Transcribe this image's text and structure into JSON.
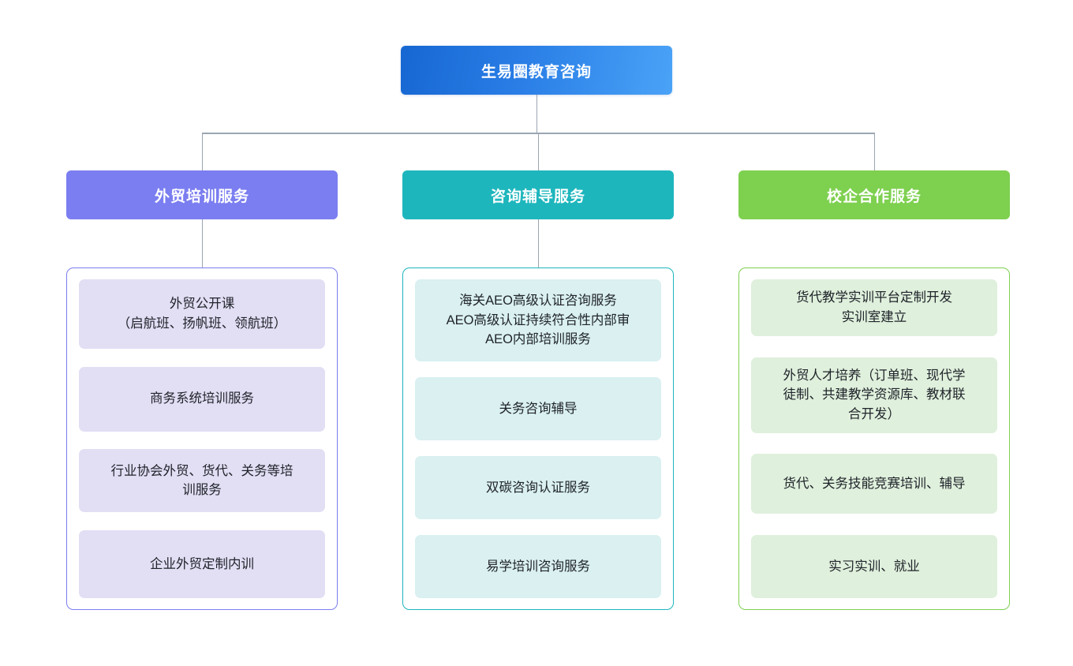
{
  "chart_data": {
    "type": "diagram",
    "diagram_type": "organization-tree",
    "title": "生易圈教育咨询",
    "levels": 3,
    "branch_count": 3
  },
  "root": {
    "label": "生易圈教育咨询",
    "color": "#2a7ee6"
  },
  "branches": [
    {
      "id": "waimao-peixun",
      "header": "外贸培训服务",
      "color": "#7b7ef0",
      "leaf_bg": "#e2def4",
      "items": [
        {
          "lines": [
            "外贸公开课",
            "（启航班、扬帆班、领航班）"
          ]
        },
        {
          "lines": [
            "商务系统培训服务"
          ]
        },
        {
          "lines": [
            "行业协会外贸、货代、关务等培",
            "训服务"
          ]
        },
        {
          "lines": [
            "企业外贸定制内训"
          ]
        }
      ]
    },
    {
      "id": "zixun-fudao",
      "header": "咨询辅导服务",
      "color": "#1eb6bd",
      "leaf_bg": "#daf0f1",
      "items": [
        {
          "lines": [
            "海关AEO高级认证咨询服务",
            "AEO高级认证持续符合性内部审",
            "AEO内部培训服务"
          ]
        },
        {
          "lines": [
            "关务咨询辅导"
          ]
        },
        {
          "lines": [
            "双碳咨询认证服务"
          ]
        },
        {
          "lines": [
            "易学培训咨询服务"
          ]
        }
      ]
    },
    {
      "id": "xiaoqi-hezuo",
      "header": "校企合作服务",
      "color": "#7ed04f",
      "leaf_bg": "#dff0dc",
      "items": [
        {
          "lines": [
            "货代教学实训平台定制开发",
            "实训室建立"
          ]
        },
        {
          "lines": [
            "外贸人才培养（订单班、现代学",
            "徒制、共建教学资源库、教材联",
            "合开发）"
          ]
        },
        {
          "lines": [
            "货代、关务技能竞赛培训、辅导"
          ]
        },
        {
          "lines": [
            "实习实训、就业"
          ]
        }
      ]
    }
  ],
  "connectors": {
    "color": "#9aa5b1",
    "description": "vertical trunk from root to horizontal bus, then drops to each branch header"
  }
}
